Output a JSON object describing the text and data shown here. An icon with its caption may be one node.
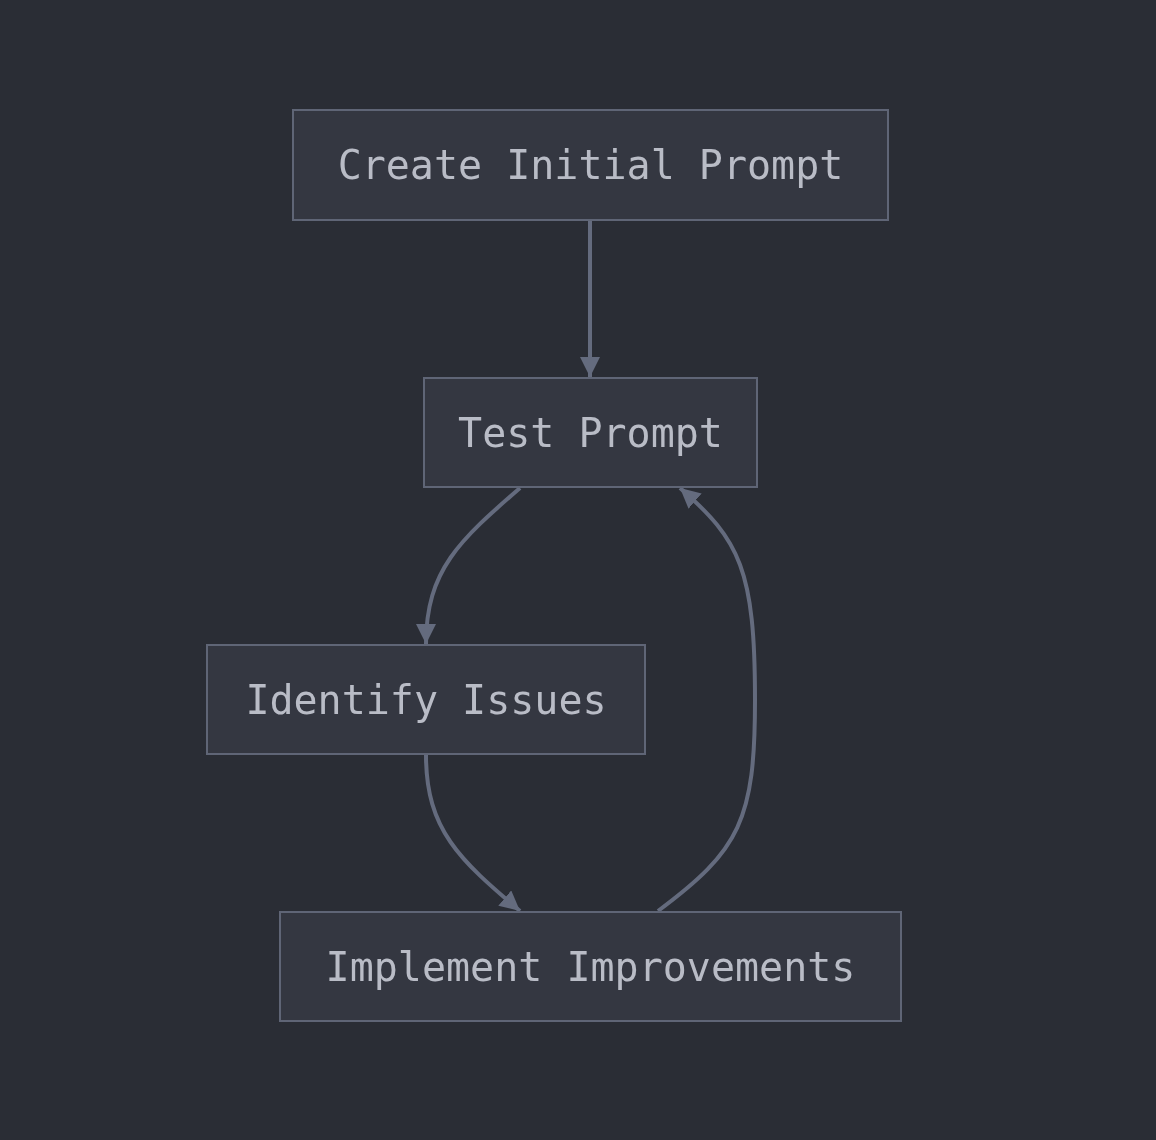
{
  "diagram": {
    "nodes": [
      {
        "text": [
          "Create Initial Prompt"
        ]
      },
      {
        "text": [
          "Test Prompt"
        ]
      },
      {
        "text": [
          "Identify Issues"
        ]
      },
      {
        "text": [
          "Implement Improvements"
        ]
      }
    ],
    "edges": [
      {
        "from": 0,
        "to": 1,
        "arrow": "to"
      },
      {
        "from": 1,
        "to": 2,
        "arrow": "to"
      },
      {
        "from": 2,
        "to": 3,
        "arrow": "to"
      },
      {
        "from": 3,
        "to": 1,
        "arrow": "to"
      }
    ]
  }
}
